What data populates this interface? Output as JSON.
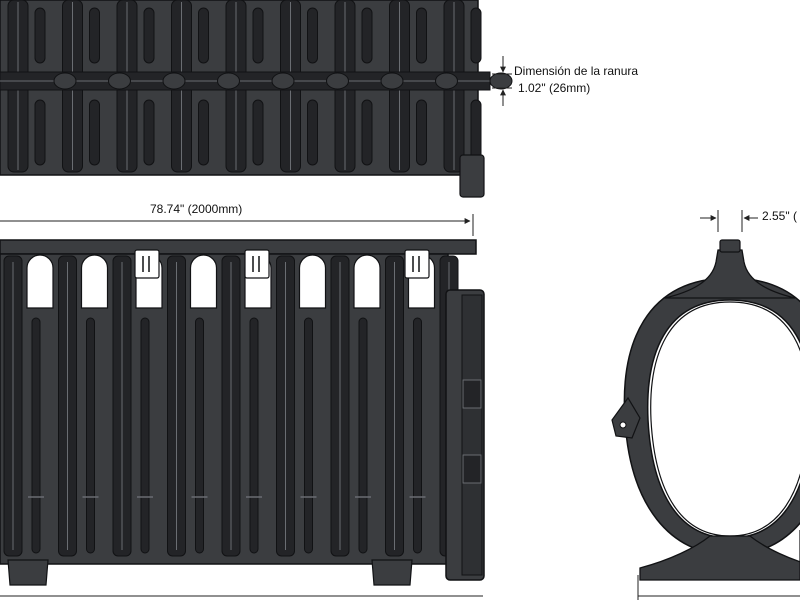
{
  "dimensions": {
    "slot_label": "Dimensión de la ranura",
    "slot_value": "1.02\" (26mm)",
    "length": "78.74\" (2000mm)",
    "width_partial": "2.55\" ("
  },
  "colors": {
    "body": "#3b3d40",
    "body_dark": "#232427",
    "outline": "#111214",
    "highlight": "#6a6d72",
    "background": "#ffffff",
    "line": "#222222"
  }
}
